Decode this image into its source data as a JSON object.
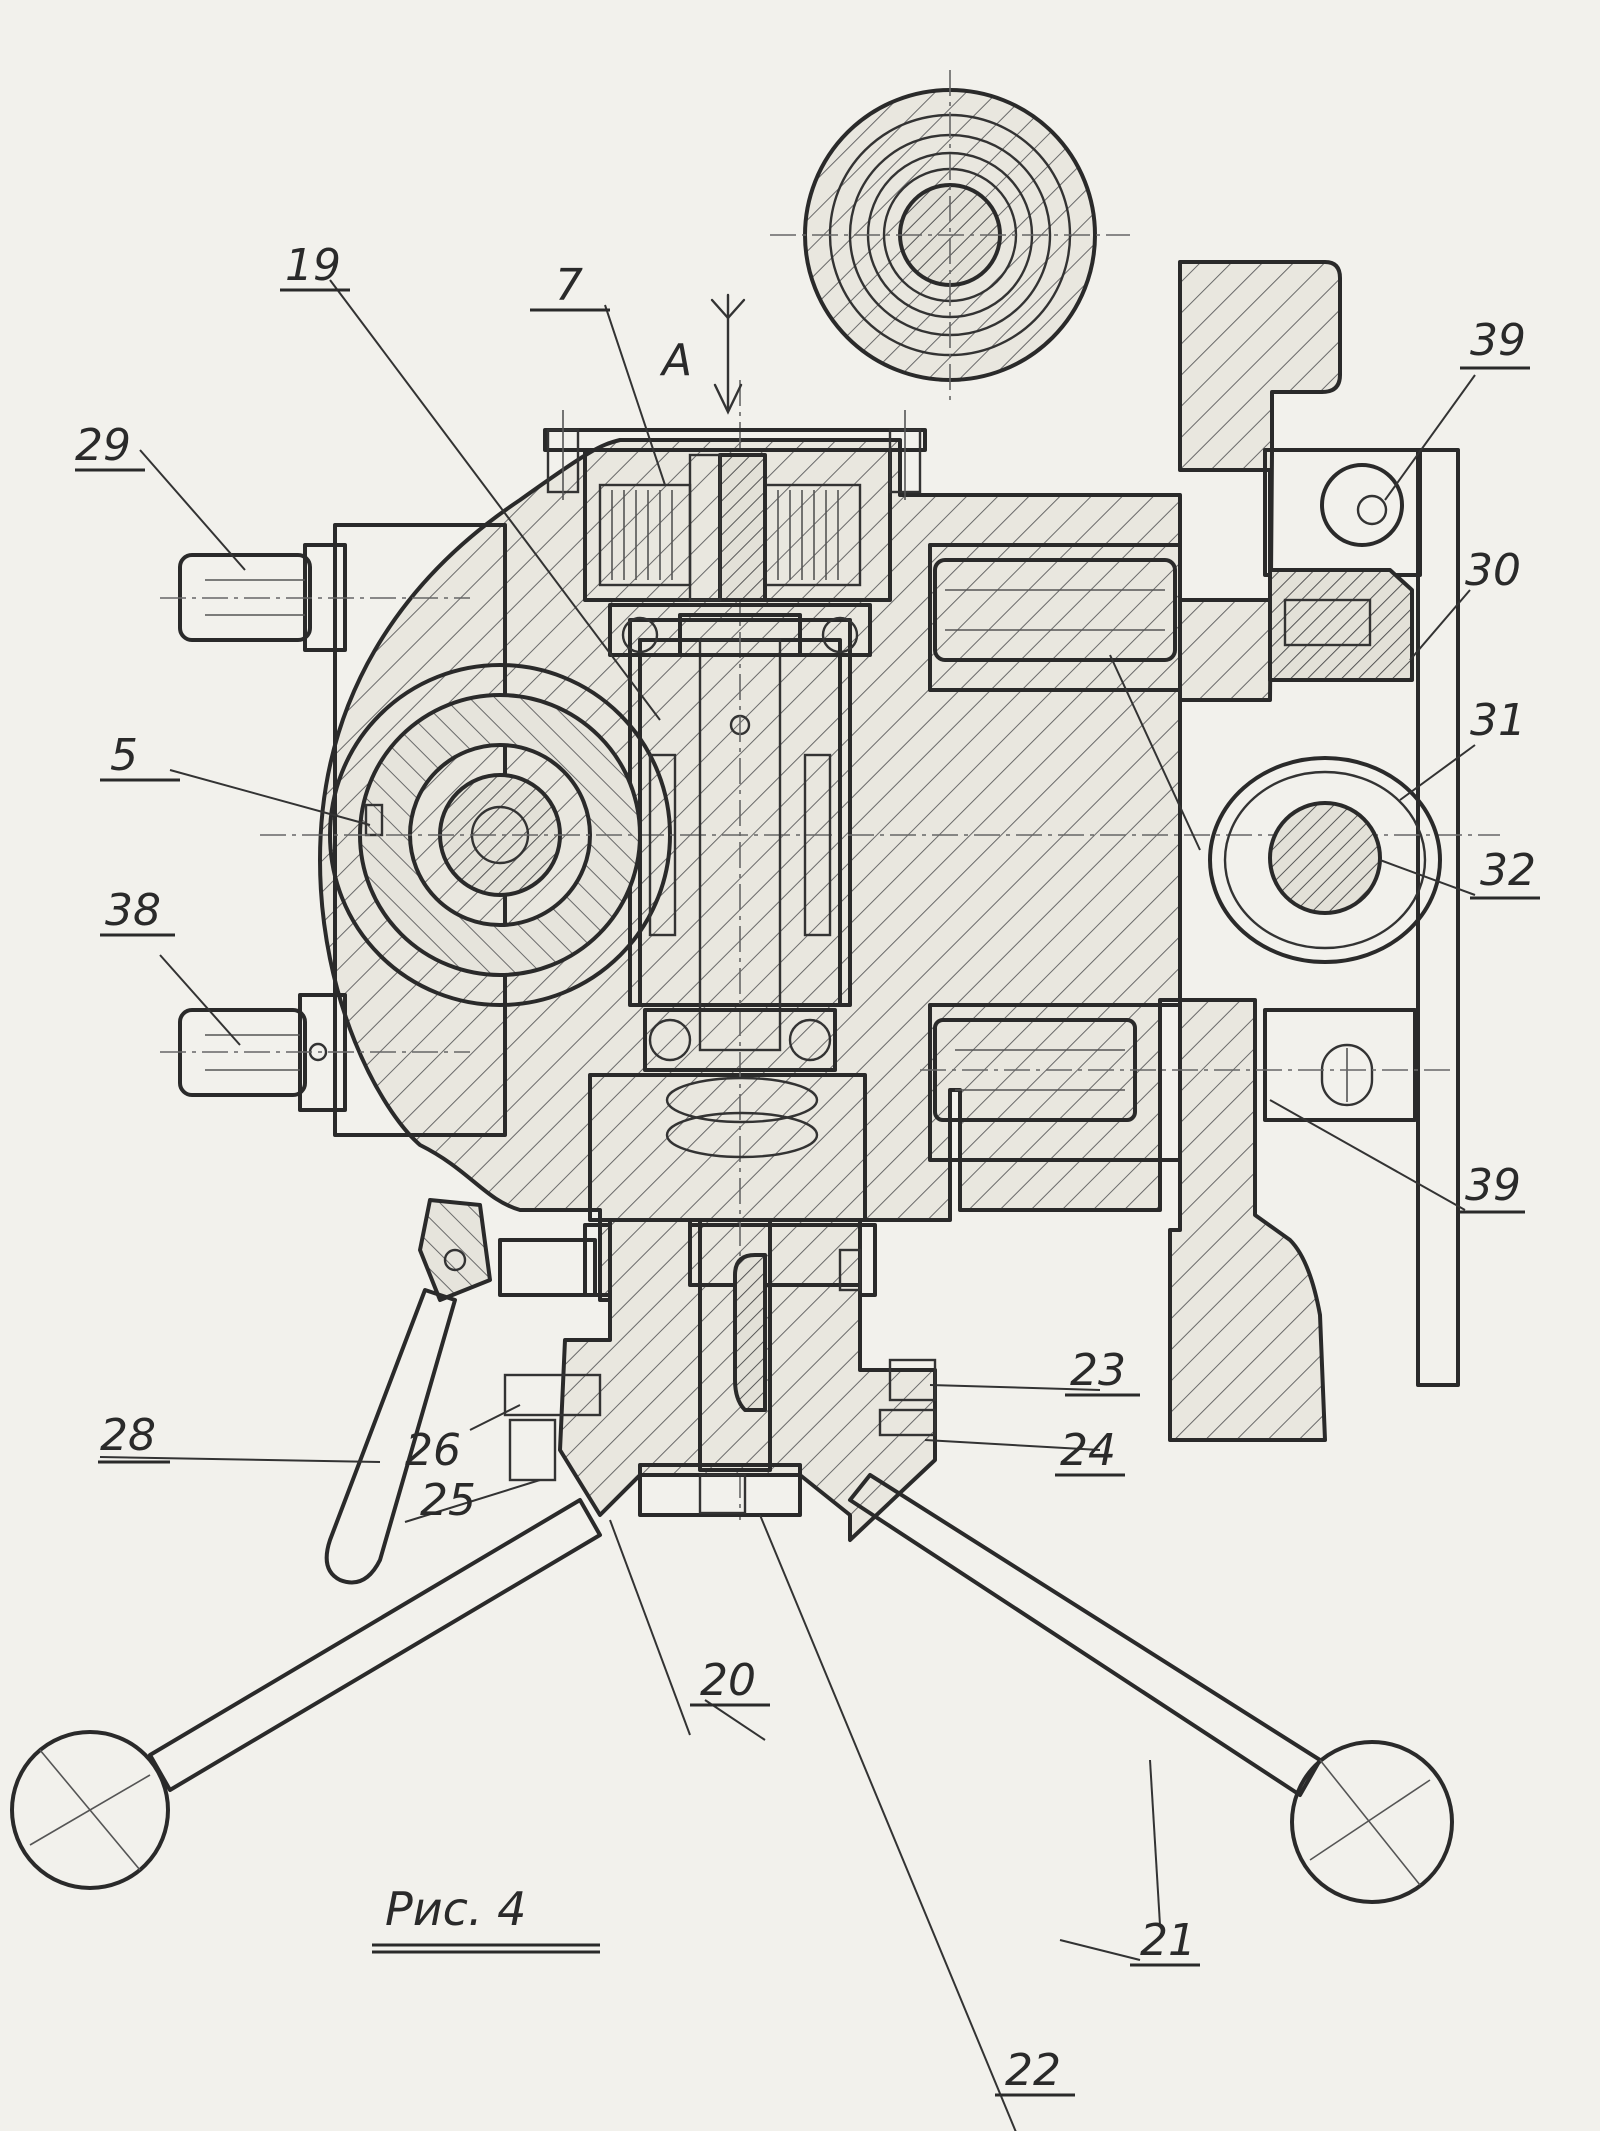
{
  "caption": "Рис. 4",
  "view_marker": "A",
  "labels": {
    "l29": "29",
    "l19": "19",
    "l7": "7",
    "l39a": "39",
    "l30": "30",
    "l5": "5",
    "l31": "31",
    "l32": "32",
    "l38": "38",
    "l39b": "39",
    "l23": "23",
    "l24": "24",
    "l28": "28",
    "l26": "26",
    "l25": "25",
    "l20": "20",
    "l21": "21",
    "l22": "22"
  }
}
